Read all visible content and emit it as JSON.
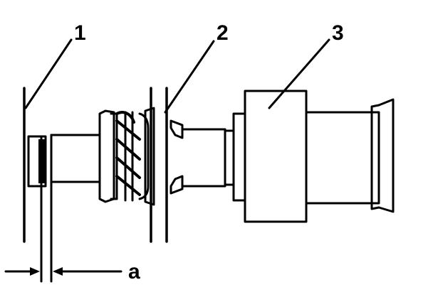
{
  "diagram": {
    "labels": {
      "part_1": "1",
      "part_2": "2",
      "part_3": "3",
      "gap": "a"
    }
  }
}
